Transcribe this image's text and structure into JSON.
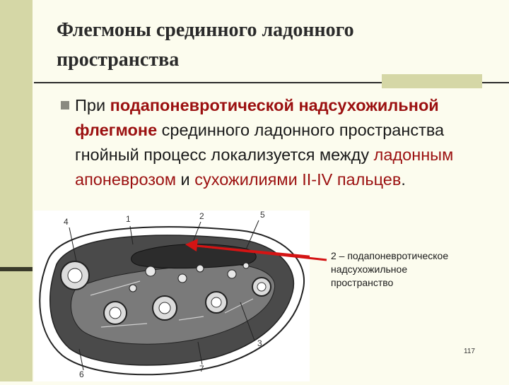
{
  "slide": {
    "title_line1": "Флегмоны срединного ладонного",
    "title_line2": "пространства",
    "body": {
      "p1": "При ",
      "p2": "подапоневротической надсухожильной флегмоне",
      "p3": " срединного ладонного пространства гнойный процесс локализуется между ",
      "p4": "ладонным апоневрозом",
      "p5": " и ",
      "p6": "сухожилиями II-IV пальцев",
      "p7": "."
    },
    "figure": {
      "labels": [
        "1",
        "2",
        "3",
        "4",
        "5",
        "6",
        "7"
      ]
    },
    "caption": {
      "line1": "2 – подапоневротическое",
      "line2": "надсухожильное",
      "line3": "пространство"
    },
    "page_number": "117",
    "colors": {
      "accent": "#9b1010",
      "arrow": "#d41414",
      "band": "#d5d7a6",
      "background": "#fcfcee"
    }
  }
}
